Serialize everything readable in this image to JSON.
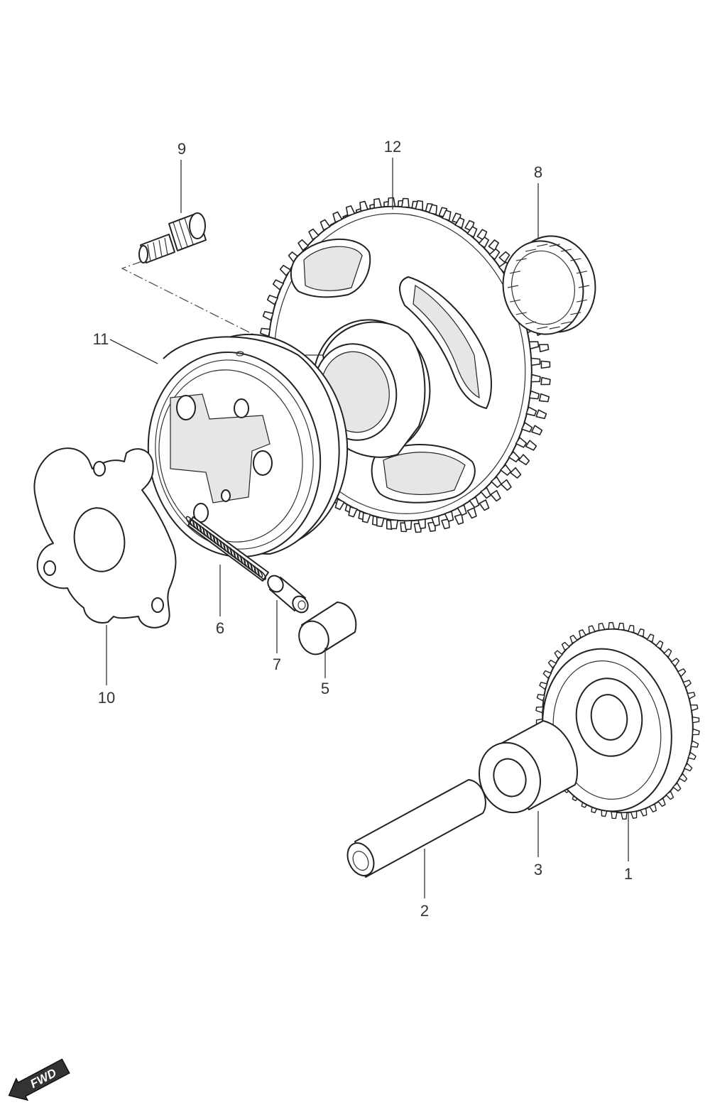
{
  "callouts": {
    "c1": "1",
    "c2": "2",
    "c3": "3",
    "c5": "5",
    "c6": "6",
    "c7": "7",
    "c8": "8",
    "c9": "9",
    "c10": "10",
    "c11": "11",
    "c12": "12"
  },
  "direction_badge": "FWD"
}
